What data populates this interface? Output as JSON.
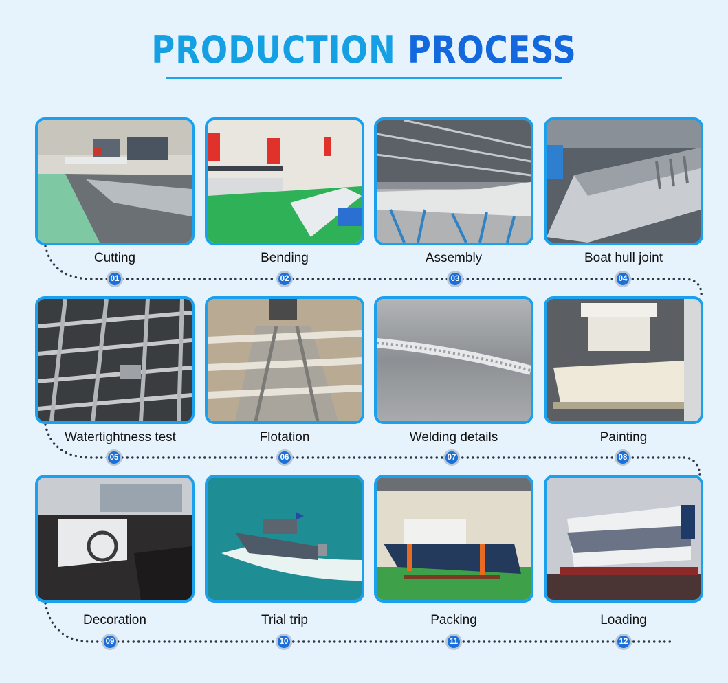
{
  "title": {
    "part1": "PRODUCTION",
    "part2": "PROCESS"
  },
  "colors": {
    "background": "#e6f3fd",
    "title_light": "#15a0e4",
    "title_dark": "#1268dc",
    "card_border": "#1aa0ec",
    "badge_fill": "#1a6fd8",
    "dotted_line": "#2b3744"
  },
  "steps": [
    {
      "number": "01",
      "label": "Cutting",
      "image": "cutting-machine-photo"
    },
    {
      "number": "02",
      "label": "Bending",
      "image": "bending-press-photo"
    },
    {
      "number": "03",
      "label": "Assembly",
      "image": "assembly-frame-photo"
    },
    {
      "number": "04",
      "label": "Boat hull joint",
      "image": "hull-joint-photo"
    },
    {
      "number": "05",
      "label": "Watertightness test",
      "image": "watertight-test-photo"
    },
    {
      "number": "06",
      "label": "Flotation",
      "image": "flotation-chambers-photo"
    },
    {
      "number": "07",
      "label": "Welding details",
      "image": "weld-seam-photo"
    },
    {
      "number": "08",
      "label": "Painting",
      "image": "painted-boat-photo"
    },
    {
      "number": "09",
      "label": "Decoration",
      "image": "cabin-interior-photo"
    },
    {
      "number": "10",
      "label": "Trial trip",
      "image": "boat-on-sea-photo"
    },
    {
      "number": "11",
      "label": "Packing",
      "image": "packed-boat-photo"
    },
    {
      "number": "12",
      "label": "Loading",
      "image": "truck-loading-photo"
    }
  ]
}
